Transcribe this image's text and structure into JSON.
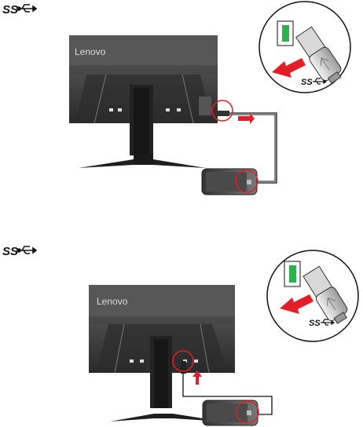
{
  "panels": [
    {
      "usb_logo": "SS",
      "monitor_brand": "Lenovo",
      "inset_usb_logo": "SS"
    },
    {
      "usb_logo": "SS",
      "monitor_brand": "Lenovo",
      "inset_usb_logo": "SS"
    }
  ],
  "colors": {
    "highlight_red": "#e41e26",
    "monitor_dark": "#3a3a3a",
    "usb_green": "#2bb24c",
    "connector_gray": "#bdbdbd"
  },
  "icons": [
    "usb-superspeed-icon",
    "arrow-right-icon",
    "arrow-up-icon",
    "usb-plug-icon"
  ]
}
